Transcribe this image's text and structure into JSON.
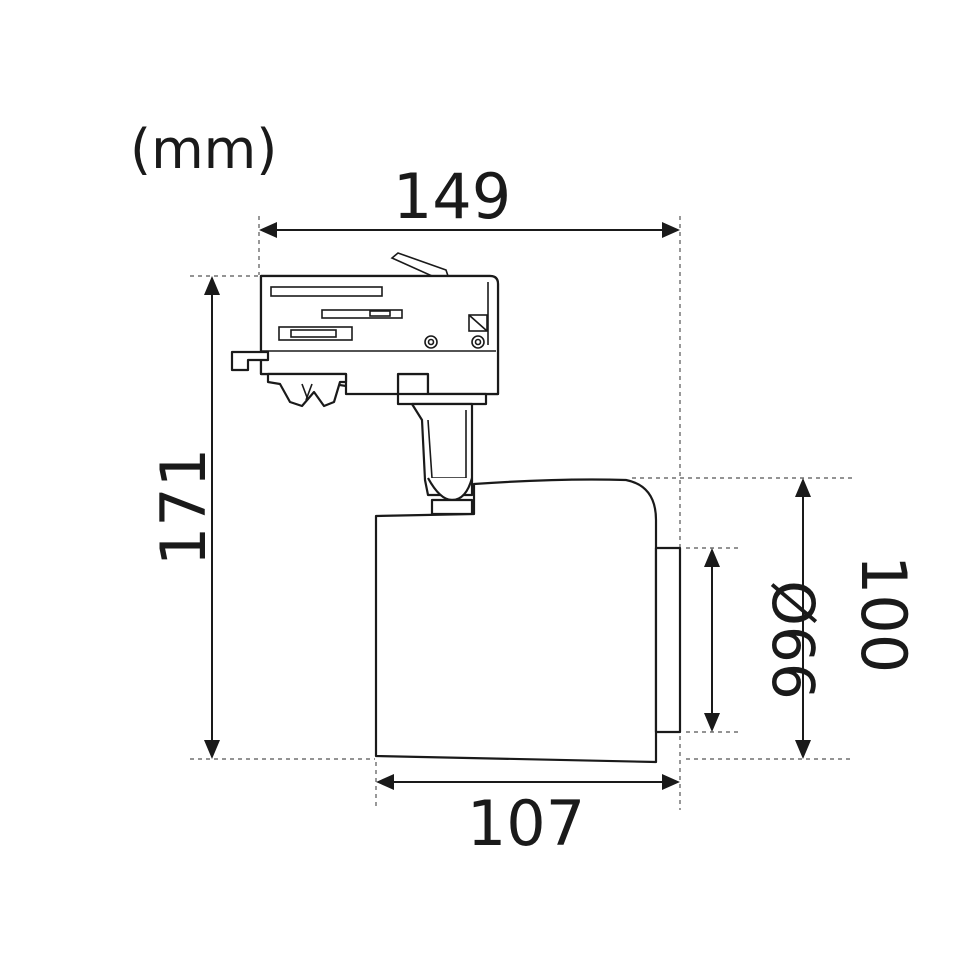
{
  "units_label": "(mm)",
  "dimensions": {
    "width_total": "149",
    "height_total": "171",
    "head_height": "100",
    "lens_diameter": "Ø66",
    "head_depth": "107"
  },
  "colors": {
    "line": "#1a1a1a",
    "dashed": "#555555",
    "background": "#ffffff"
  }
}
